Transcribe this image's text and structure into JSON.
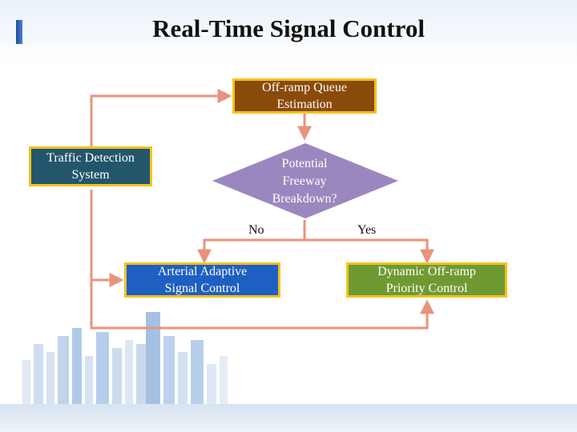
{
  "slide": {
    "title": "Real-Time Signal Control"
  },
  "flowchart": {
    "nodes": {
      "queue_estimation": {
        "lines": [
          "Off-ramp Queue",
          "Estimation"
        ],
        "fill": "#8a4a0a"
      },
      "traffic_detection": {
        "lines": [
          "Traffic Detection",
          "System"
        ],
        "fill": "#23566b"
      },
      "decision": {
        "lines": [
          "Potential",
          "Freeway",
          "Breakdown?"
        ],
        "fill": "#9b87bf"
      },
      "arterial_adaptive": {
        "lines": [
          "Arterial Adaptive",
          "Signal Control"
        ],
        "fill": "#1e5fc2"
      },
      "dynamic_offramp": {
        "lines": [
          "Dynamic Off-ramp",
          "Priority Control"
        ],
        "fill": "#6f9a33"
      }
    },
    "branches": {
      "no": "No",
      "yes": "Yes"
    }
  },
  "colors": {
    "box_border": "#f3c21c",
    "connector": "#e8937b",
    "accent": "#1f4e9a"
  },
  "icons": {
    "decoration": "city-skyline-icon"
  }
}
